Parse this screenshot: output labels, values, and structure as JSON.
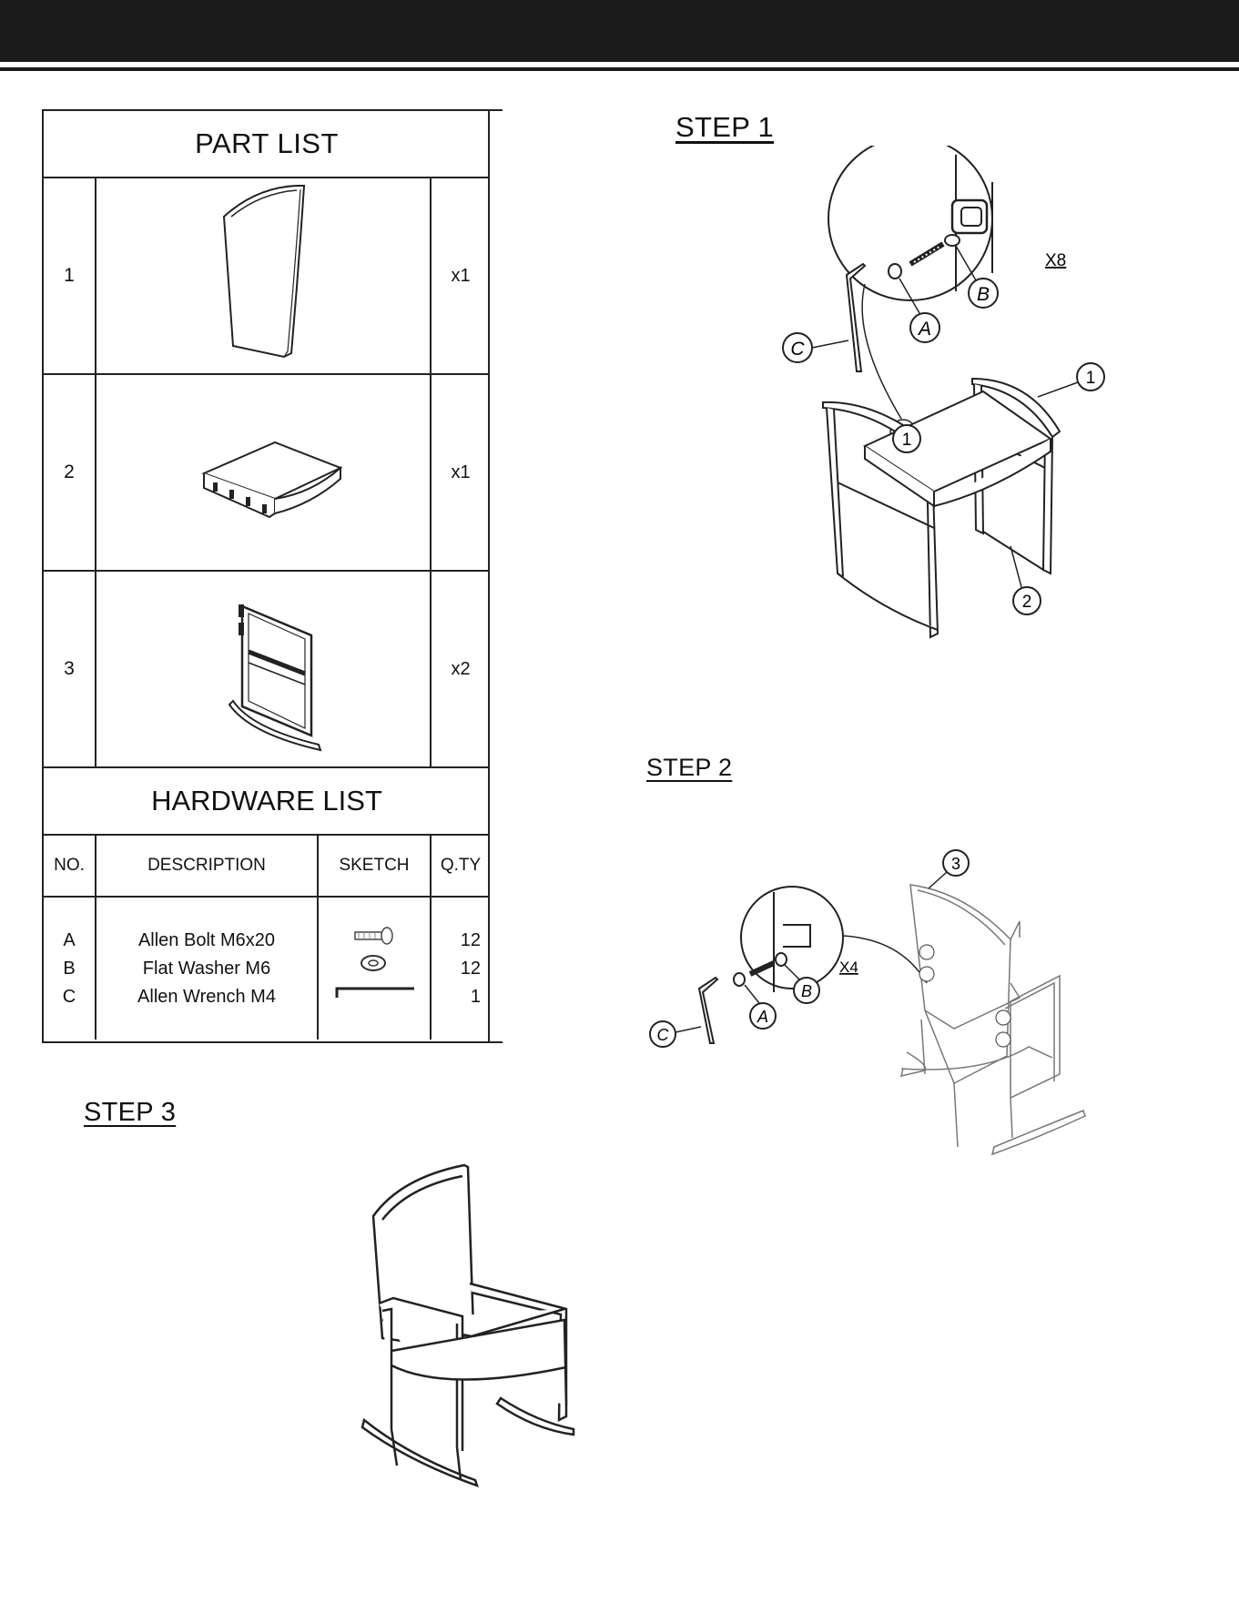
{
  "part_list": {
    "title": "PART LIST",
    "rows": [
      {
        "no": "1",
        "qty": "x1"
      },
      {
        "no": "2",
        "qty": "x1"
      },
      {
        "no": "3",
        "qty": "x2"
      }
    ]
  },
  "hardware_list": {
    "title": "HARDWARE LIST",
    "headers": {
      "no": "NO.",
      "description": "DESCRIPTION",
      "sketch": "SKETCH",
      "qty": "Q.TY"
    },
    "items": [
      {
        "no": "A",
        "description": "Allen Bolt M6x20",
        "qty": "12"
      },
      {
        "no": "B",
        "description": "Flat Washer M6",
        "qty": "12"
      },
      {
        "no": "C",
        "description": "Allen Wrench M4",
        "qty": "1"
      }
    ]
  },
  "step1": {
    "title": "STEP 1",
    "multiplier": "X8",
    "callouts": {
      "a": "A",
      "b": "B",
      "c": "C",
      "part1": "1",
      "part2": "2"
    }
  },
  "step2": {
    "title": "STEP 2",
    "multiplier": "X4",
    "callouts": {
      "a": "A",
      "b": "B",
      "c": "C",
      "part3": "3"
    }
  },
  "step3": {
    "title": "STEP 3"
  }
}
